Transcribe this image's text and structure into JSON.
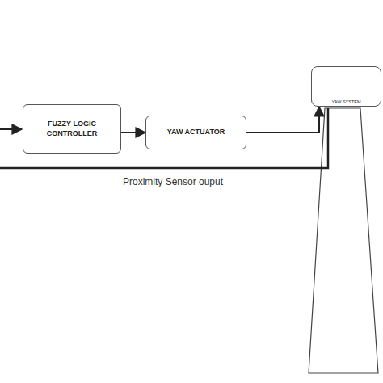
{
  "diagram": {
    "nodes": [
      {
        "text": [
          "FUZZY LOGIC CONTROLLER"
        ]
      },
      {
        "text": [
          "YAW ACTUATOR"
        ]
      },
      {
        "text": [
          "YAW SYSTEM"
        ]
      }
    ],
    "edges": [
      {
        "from": 0,
        "to": 1,
        "arrow": "to"
      },
      {
        "from": 1,
        "to": 2,
        "arrow": "to"
      }
    ],
    "labels": [
      "Proximity Sensor ouput"
    ]
  }
}
